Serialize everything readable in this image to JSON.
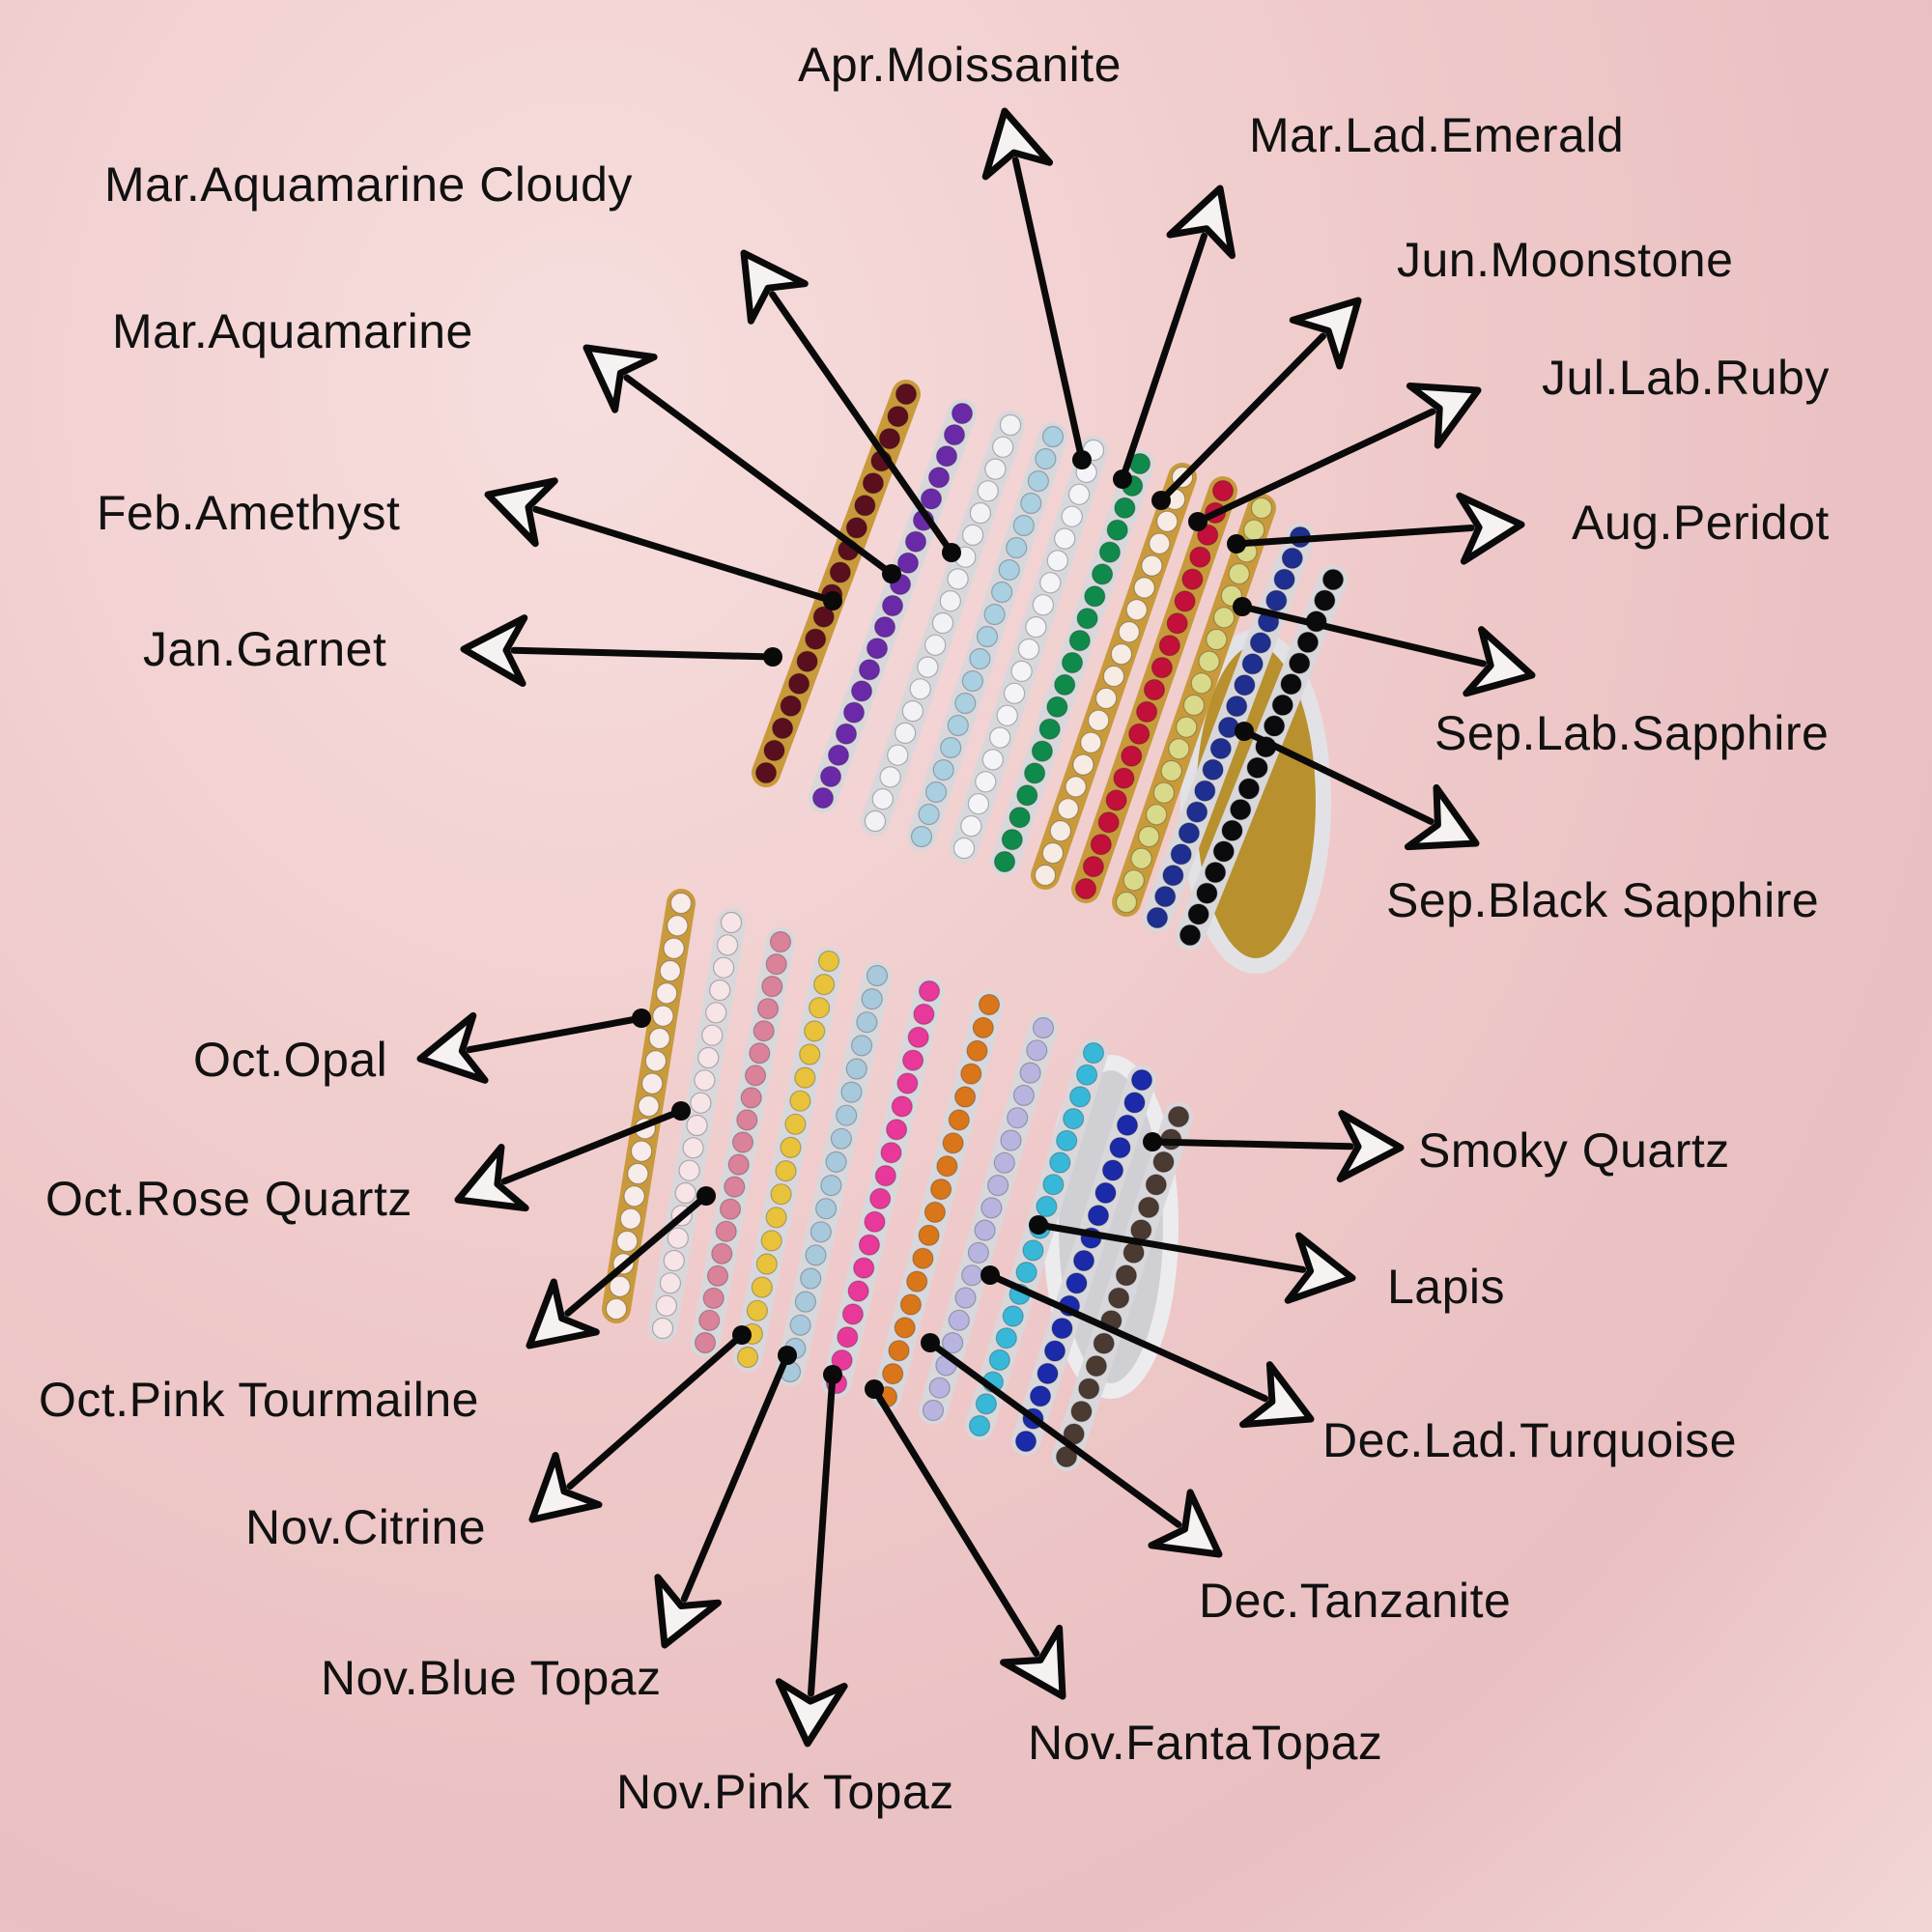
{
  "colors": {
    "background": "#efc9c9",
    "label_text": "#111111",
    "arrow": "#0a0a0a",
    "metal_silver": "#d8d8dc",
    "metal_gold": "#c99a3c"
  },
  "labels": {
    "apr_moissanite": "Apr.Moissanite",
    "mar_lad_emerald": "Mar.Lad.Emerald",
    "mar_aquamarine_cloudy": "Mar.Aquamarine Cloudy",
    "jun_moonstone": "Jun.Moonstone",
    "mar_aquamarine": "Mar.Aquamarine",
    "jul_lab_ruby": "Jul.Lab.Ruby",
    "feb_amethyst": "Feb.Amethyst",
    "aug_peridot": "Aug.Peridot",
    "jan_garnet": "Jan.Garnet",
    "sep_lab_sapphire": "Sep.Lab.Sapphire",
    "sep_black_sapphire": "Sep.Black Sapphire",
    "oct_opal": "Oct.Opal",
    "smoky_quartz": "Smoky Quartz",
    "oct_rose_quartz": "Oct.Rose Quartz",
    "lapis": "Lapis",
    "oct_pink_tourmaline": "Oct.Pink Tourmailne",
    "dec_lad_turquoise": "Dec.Lad.Turquoise",
    "nov_citrine": "Nov.Citrine",
    "dec_tanzanite": "Dec.Tanzanite",
    "nov_blue_topaz": "Nov.Blue Topaz",
    "nov_fanta_topaz": "Nov.FantaTopaz",
    "nov_pink_topaz": "Nov.Pink Topaz"
  },
  "top_stack_gem_colors": [
    "#5a0f1f",
    "#6a2aa8",
    "#f2f2f6",
    "#a9cfe0",
    "#f4f4f8",
    "#0f8a4a",
    "#f6ece4",
    "#c2103a",
    "#d9d98a",
    "#1f2f8f",
    "#0b0b0e"
  ],
  "bottom_stack_gem_colors": [
    "#f8ecea",
    "#f7e4e6",
    "#d9829a",
    "#e8c23a",
    "#a8c8dc",
    "#e8389a",
    "#d9761a",
    "#b8b4e0",
    "#38b8d8",
    "#1a2aa8",
    "#4a3a32"
  ]
}
